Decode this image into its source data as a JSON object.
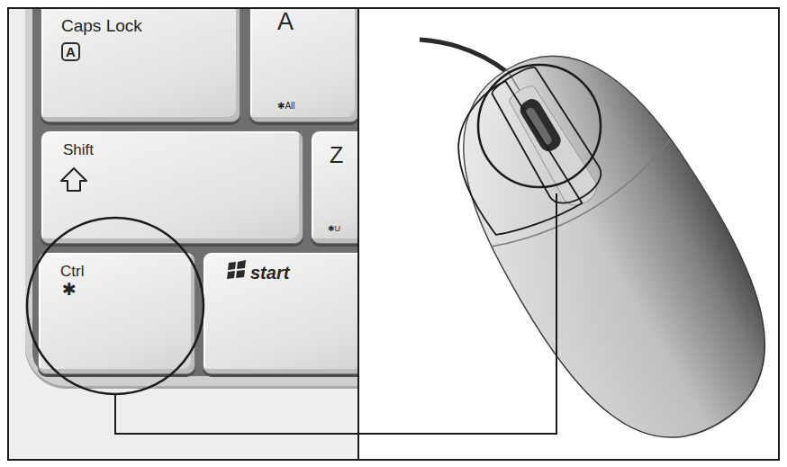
{
  "diagram": {
    "nodes": [
      {
        "text": [
          "Caps Lock",
          "A"
        ]
      },
      {
        "text": [
          "A",
          "✱All"
        ]
      },
      {
        "text": [
          "Shift"
        ]
      },
      {
        "text": [
          "Z",
          "✱U"
        ]
      },
      {
        "text": [
          "Ctrl",
          "✱"
        ]
      },
      {
        "text": [
          "start"
        ]
      }
    ]
  }
}
